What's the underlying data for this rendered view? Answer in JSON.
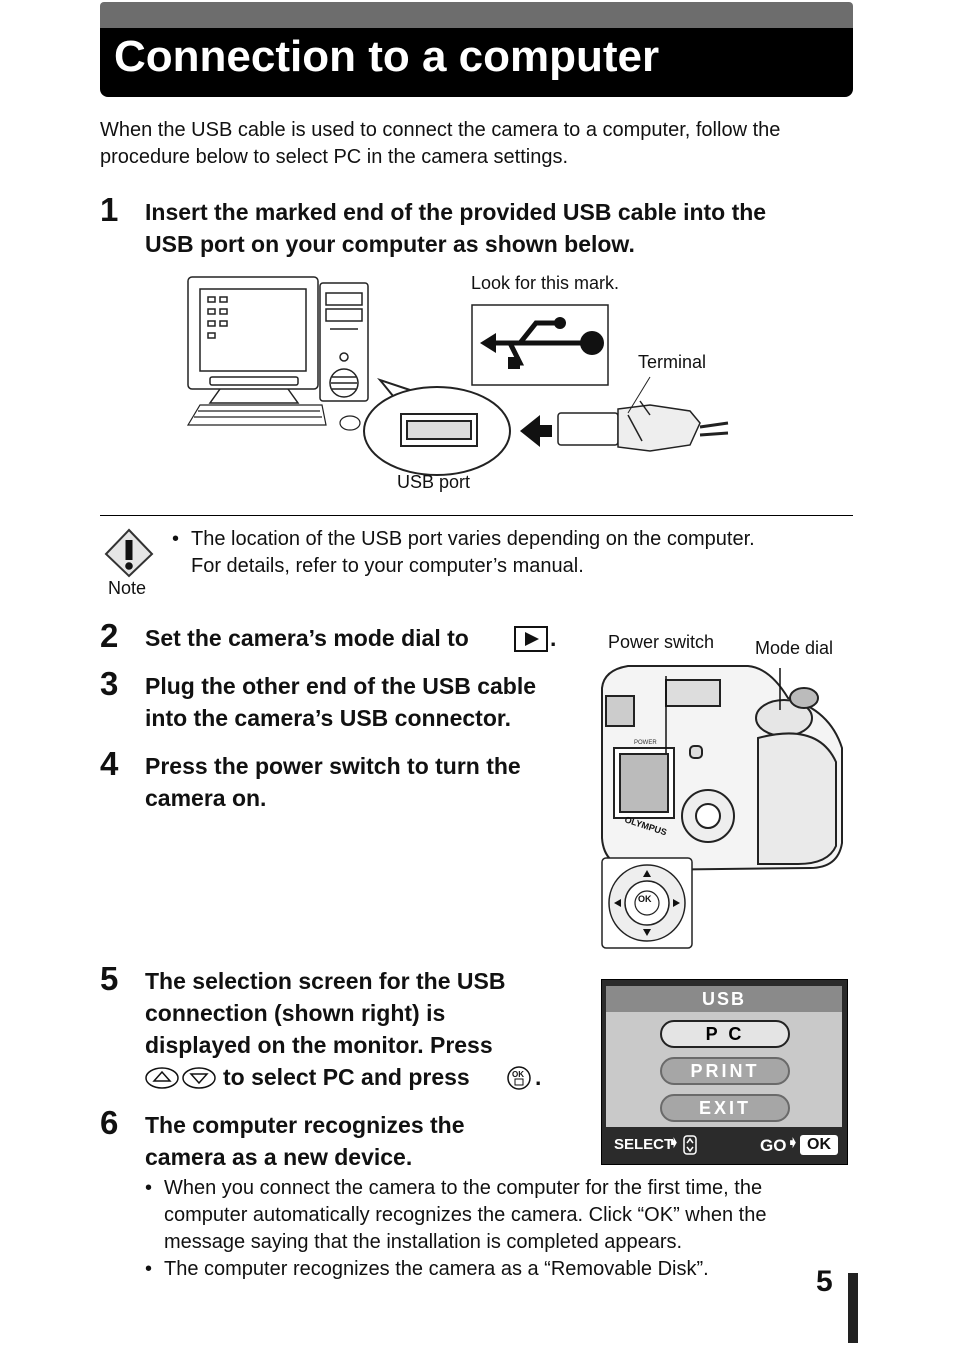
{
  "header": {
    "title": "Connection to a computer"
  },
  "intro": "When the USB cable is used to connect the camera to a computer, follow the procedure below to select PC in the camera settings.",
  "steps": {
    "s1": {
      "num": "1",
      "line1": "Insert the marked end of the provided USB cable into the",
      "line2": "USB port on your computer as shown below."
    },
    "s2": {
      "num": "2",
      "line1": "Set the camera’s mode dial to",
      "line1_end": "."
    },
    "s3": {
      "num": "3",
      "line1": "Plug the other end of the USB cable",
      "line2": "into the camera’s USB connector."
    },
    "s4": {
      "num": "4",
      "line1": "Press the power switch to turn the",
      "line2": "camera on."
    },
    "s5": {
      "num": "5",
      "line1": "The selection screen for the USB",
      "line2": "connection (shown right) is",
      "line3": "displayed on the monitor. Press",
      "line4_mid": "to select PC and press",
      "line4_end": "."
    },
    "s6": {
      "num": "6",
      "line1": "The computer recognizes the",
      "line2": "camera as a new device."
    }
  },
  "figure1": {
    "mark_label": "Look for this mark.",
    "terminal_label": "Terminal",
    "usb_port_label": "USB port"
  },
  "note": {
    "label": "Note",
    "line1": "The location of the USB port varies depending on the computer.",
    "line2": "For details, refer to your computer’s manual."
  },
  "camera_figure": {
    "power_switch_label": "Power switch",
    "mode_dial_label": "Mode dial",
    "brand": "OLYMPUS",
    "ok_label": "OK",
    "power_label": "POWER"
  },
  "usb_screen": {
    "header": "USB",
    "options": [
      "P C",
      "PRINT",
      "EXIT"
    ],
    "selected_option": "P C",
    "footer_select": "SELECT",
    "footer_go": "GO",
    "footer_ok": "OK"
  },
  "bullets": {
    "b1_line1": "When you connect the camera to the computer for the first time, the",
    "b1_line2": "computer automatically recognizes the camera. Click “OK” when the",
    "b1_line3": "message saying that the installation is completed appears.",
    "b2_line1": "The computer recognizes the camera as a “Removable Disk”."
  },
  "page_number": "5"
}
